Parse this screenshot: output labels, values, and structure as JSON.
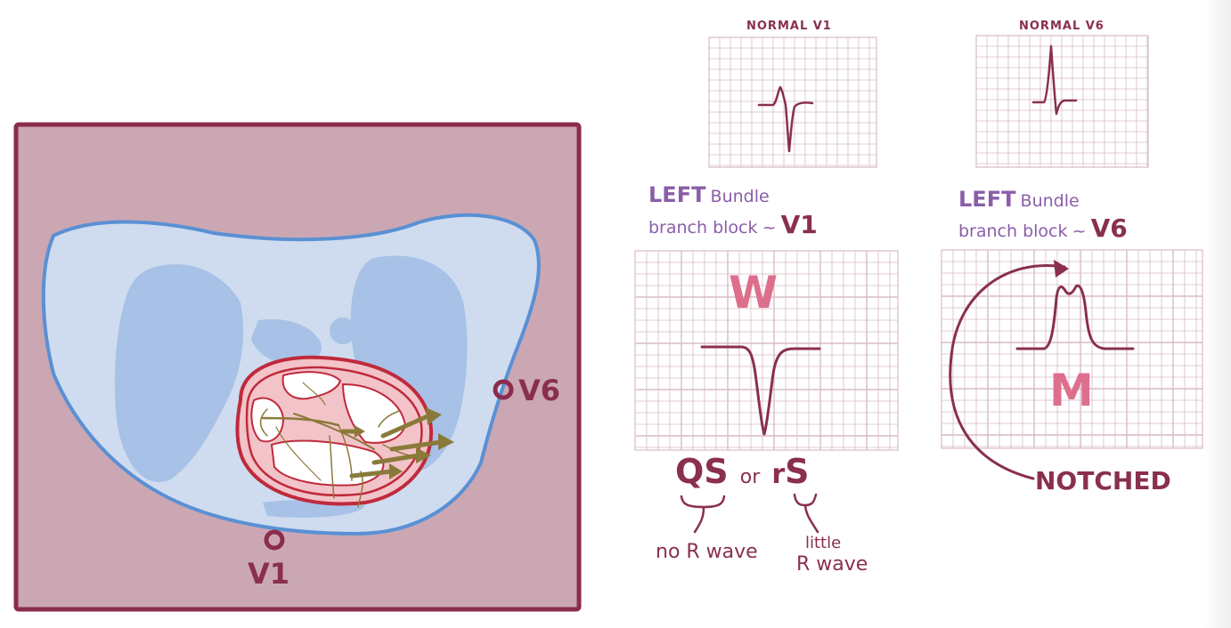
{
  "colors": {
    "frame_fill": "#cba7b3",
    "frame_stroke": "#8b2b4d",
    "body_fill": "#cfdcef",
    "body_stroke": "#5a90d4",
    "lung_fill": "#a8c1e6",
    "heart_fill": "#f2c3c8",
    "heart_stroke": "#bf2a3c",
    "conduction": "#8a7a3a",
    "wave": "#8a2f4e",
    "pink": "#dd6f8d",
    "purple": "#8a5ea8",
    "grid_line": "#d8bcc5"
  },
  "leads": {
    "v6": "V6",
    "v1": "V1"
  },
  "normal": {
    "v1_title": "NORMAL V1",
    "v6_title": "NORMAL V6"
  },
  "lbbb_v1": {
    "title_left": "LEFT",
    "title_bundle": "Bundle",
    "title_branch": "branch block",
    "tilde": "~",
    "lead": "V1",
    "letter": "W",
    "qs": "QS",
    "or": "or",
    "r_small": "r",
    "s_big": "S",
    "no_r": "no R wave",
    "little": "little",
    "r_wave": "R wave"
  },
  "lbbb_v6": {
    "title_left": "LEFT",
    "title_bundle": "Bundle",
    "title_branch": "branch block",
    "tilde": "~",
    "lead": "V6",
    "letter": "M",
    "notched": "NOTCHED"
  },
  "icons": {
    "electrode_v6": "electrode-circle-icon",
    "electrode_v1": "electrode-circle-icon"
  }
}
